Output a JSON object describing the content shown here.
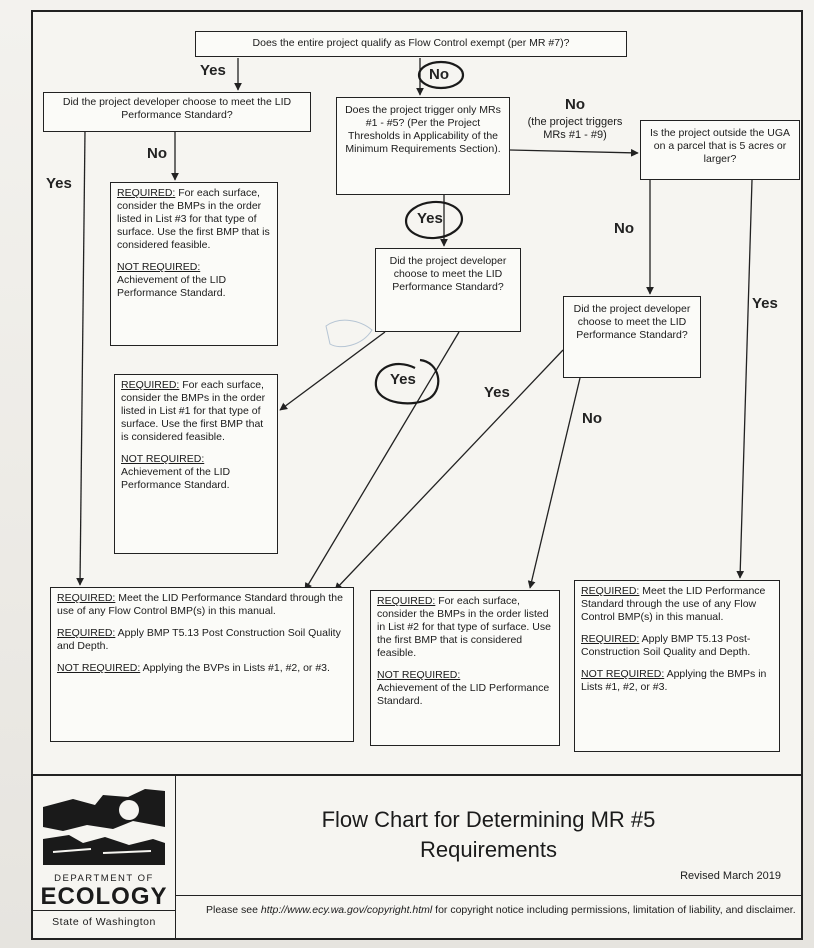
{
  "page_header": "",
  "q_exempt": "Does the entire project qualify as Flow Control exempt (per MR #7)?",
  "q_developer_left": "Did the project developer choose to meet the LID Performance Standard?",
  "q_triggers": "Does the project trigger only MRs #1 - #5? (Per the Project Thresholds in Applicability of the Minimum Requirements Section).",
  "q_uga": "Is the project outside the UGA on a parcel that is 5 acres or larger?",
  "q_developer_mid": "Did the project developer choose to meet the LID Performance Standard?",
  "q_developer_right": "Did the project developer choose to meet the LID Performance Standard?",
  "box_list3": {
    "req_label": "REQUIRED:",
    "req_text": " For each surface, consider the BMPs in the order listed in List #3 for that type of surface. Use the first BMP that is considered feasible.",
    "notreq_label": "NOT REQUIRED:",
    "notreq_text": "Achievement of the LID Performance Standard."
  },
  "box_list1": {
    "req_label": "REQUIRED:",
    "req_text": " For each surface, consider the BMPs in the order listed in List #1 for that type of surface. Use the first BMP that is considered feasible.",
    "notreq_label": "NOT REQUIRED:",
    "notreq_text": "Achievement of the LID Performance Standard."
  },
  "box_lid_left": {
    "req1_label": "REQUIRED:",
    "req1_text": " Meet the LID Performance Standard through the use of any Flow Control BMP(s) in this manual.",
    "req2_label": "REQUIRED:",
    "req2_text": " Apply BMP T5.13 Post Construction Soil Quality and Depth.",
    "notreq_label": "NOT REQUIRED:",
    "notreq_text": " Applying the BVPs in Lists #1, #2, or #3."
  },
  "box_list2": {
    "req_label": "REQUIRED:",
    "req_text": " For each surface, consider the BMPs in the order listed in List #2 for that type of surface. Use the first BMP that is considered feasible.",
    "notreq_label": "NOT REQUIRED:",
    "notreq_text": "Achievement of the LID Performance Standard."
  },
  "box_lid_right": {
    "req1_label": "REQUIRED:",
    "req1_text": " Meet the LID Performance Standard through the use of any Flow Control BMP(s) in this manual.",
    "req2_label": "REQUIRED:",
    "req2_text": " Apply BMP T5.13 Post-Construction Soil Quality and Depth.",
    "notreq_label": "NOT REQUIRED:",
    "notreq_text": " Applying the BMPs in Lists #1, #2, or #3."
  },
  "labels": {
    "yes": "Yes",
    "no": "No",
    "triggers_note": "(the project triggers MRs #1 - #9)"
  },
  "title_block": {
    "title_line1": "Flow Chart for Determining MR #5",
    "title_line2": "Requirements",
    "revised": "Revised March 2019",
    "dept_line": "DEPARTMENT OF",
    "ecology": "ECOLOGY",
    "state": "State of Washington",
    "footer_prefix": "Please see ",
    "footer_url": "http://www.ecy.wa.gov/copyright.html",
    "footer_suffix": " for copyright notice including permissions, limitation of liability, and disclaimer."
  },
  "colors": {
    "ink": "#1b1b1b",
    "paper": "#f6f5f1",
    "header_red": "#c0392b"
  }
}
